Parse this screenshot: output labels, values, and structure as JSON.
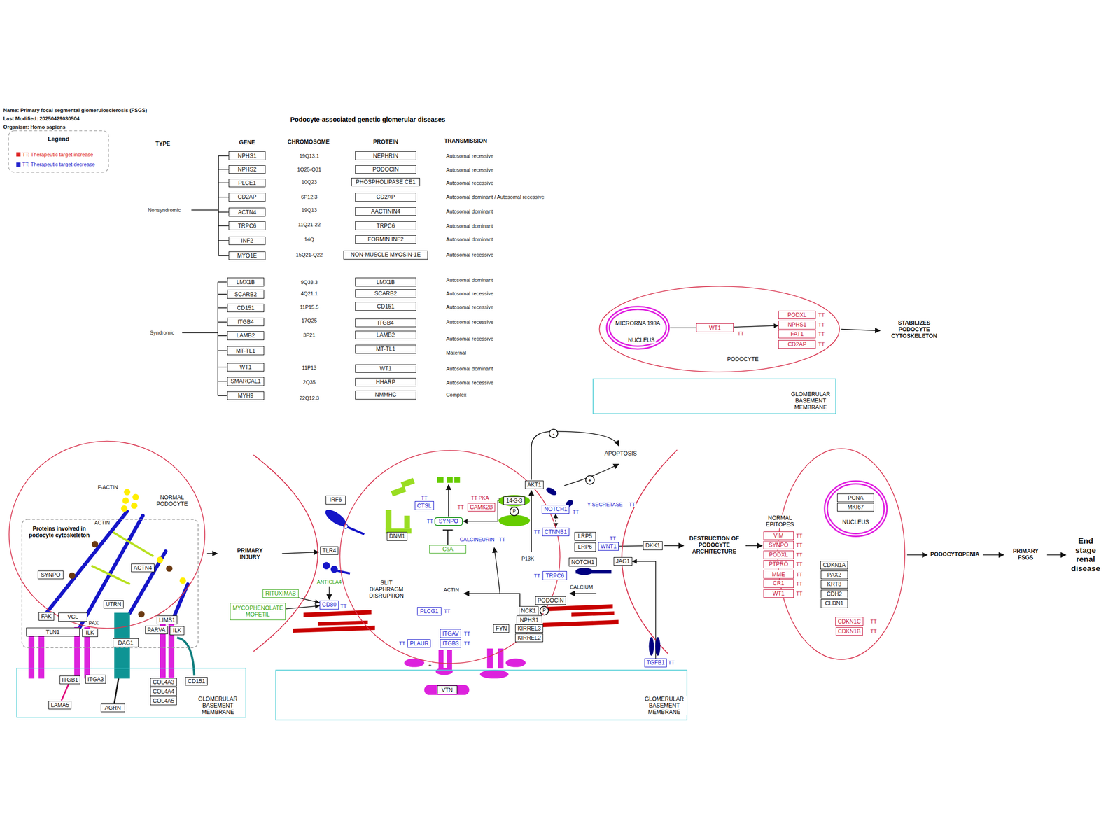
{
  "diagram": {
    "title": "Podocyte-associated genetic glomerular diseases",
    "nodes": [
      {
        "text": [
          "NPHS1"
        ]
      },
      {
        "text": [
          "NEPHRIN"
        ]
      },
      {
        "text": [
          "NPHS2"
        ]
      },
      {
        "text": [
          "PODOCIN"
        ]
      },
      {
        "text": [
          "PLCE1"
        ]
      },
      {
        "text": [
          "PHOSPHOLIPASE CE1"
        ]
      },
      {
        "text": [
          "CD2AP"
        ]
      },
      {
        "text": [
          "CD2AP"
        ]
      },
      {
        "text": [
          "ACTN4"
        ]
      },
      {
        "text": [
          "AACTININ4"
        ]
      },
      {
        "text": [
          "TRPC6"
        ]
      },
      {
        "text": [
          "TRPC6"
        ]
      },
      {
        "text": [
          "INF2"
        ]
      },
      {
        "text": [
          "FORMIN INF2"
        ]
      },
      {
        "text": [
          "MYO1E"
        ]
      },
      {
        "text": [
          "NON-MUSCLE MYOSIN-1E"
        ]
      },
      {
        "text": [
          "LMX1B"
        ]
      },
      {
        "text": [
          "LMX1B"
        ]
      },
      {
        "text": [
          "SCARB2"
        ]
      },
      {
        "text": [
          "SCARB2"
        ]
      },
      {
        "text": [
          "CD151"
        ]
      },
      {
        "text": [
          "CD151"
        ]
      },
      {
        "text": [
          "ITGB4"
        ]
      },
      {
        "text": [
          "ITGB4"
        ]
      },
      {
        "text": [
          "LAMB2"
        ]
      },
      {
        "text": [
          "LAMB2"
        ]
      },
      {
        "text": [
          "MT-TL1"
        ]
      },
      {
        "text": [
          "MT-TL1"
        ]
      },
      {
        "text": [
          "WT1"
        ]
      },
      {
        "text": [
          "WT1"
        ]
      },
      {
        "text": [
          "SMARCAL1"
        ]
      },
      {
        "text": [
          "HHARP"
        ]
      },
      {
        "text": [
          "MYH9"
        ]
      },
      {
        "text": [
          "NMMHC"
        ]
      },
      {
        "text": [
          "PODOCYTE"
        ]
      },
      {
        "text": [
          "MICRORNA 193A",
          "NUCLEUS"
        ],
        "in": 34
      },
      {
        "text": [
          "WT1"
        ],
        "in": 34
      },
      {
        "text": [
          "PODXL"
        ],
        "in": 34
      },
      {
        "text": [
          "NPHS1"
        ],
        "in": 34
      },
      {
        "text": [
          "FAT1"
        ],
        "in": 34
      },
      {
        "text": [
          "CD2AP"
        ],
        "in": 34
      },
      {
        "text": [
          "GLOMERULAR BASEMENT MEMBRANE"
        ]
      },
      {
        "text": [
          "NORMAL PODOCYTE"
        ]
      },
      {
        "text": [
          "Proteins involved in podocyte cytoskeleton"
        ],
        "in": 42
      },
      {
        "text": [
          "SYNPO"
        ],
        "in": 43
      },
      {
        "text": [
          "FAK"
        ],
        "in": 43
      },
      {
        "text": [
          "VCL"
        ],
        "in": 43
      },
      {
        "text": [
          "TLN1"
        ],
        "in": 43
      },
      {
        "text": [
          "ILK"
        ],
        "in": 43
      },
      {
        "text": [
          "UTRN"
        ],
        "in": 43
      },
      {
        "text": [
          "ACTN4"
        ],
        "in": 43
      },
      {
        "text": [
          "DAG1"
        ],
        "in": 43
      },
      {
        "text": [
          "LIMS1"
        ],
        "in": 43
      },
      {
        "text": [
          "PARVA"
        ],
        "in": 43
      },
      {
        "text": [
          "ILK"
        ],
        "in": 43
      },
      {
        "text": [
          "GLOMERULAR BASEMENT MEMBRANE"
        ]
      },
      {
        "text": [
          "ITGB1"
        ],
        "in": 55
      },
      {
        "text": [
          "ITGA3"
        ],
        "in": 55
      },
      {
        "text": [
          "LAMA5"
        ],
        "in": 55
      },
      {
        "text": [
          "AGRN"
        ],
        "in": 55
      },
      {
        "text": [
          "COL4A3"
        ],
        "in": 55
      },
      {
        "text": [
          "COL4A4"
        ],
        "in": 55
      },
      {
        "text": [
          "COL4A5"
        ],
        "in": 55
      },
      {
        "text": [
          "CD151"
        ],
        "in": 55
      },
      {
        "text": [
          "SLIT DIAPHRAGM DISRUPTION"
        ]
      },
      {
        "text": [
          "IRF6"
        ]
      },
      {
        "text": [
          "TLR4"
        ]
      },
      {
        "text": [
          "RITUXIMAB"
        ]
      },
      {
        "text": [
          "MYCOPHENOLATE MOFETIL"
        ]
      },
      {
        "text": [
          "CD80"
        ]
      },
      {
        "text": [
          "DNM1"
        ],
        "in": 64
      },
      {
        "text": [
          "CTSL"
        ],
        "in": 64
      },
      {
        "text": [
          "SYNPO"
        ],
        "in": 64
      },
      {
        "text": [
          "CAMK2B"
        ],
        "in": 64
      },
      {
        "text": [
          "CsA"
        ],
        "in": 64
      },
      {
        "text": [
          "14-3-3"
        ],
        "in": 64
      },
      {
        "text": [
          "AKT1"
        ]
      },
      {
        "text": [
          "NOTCH1"
        ]
      },
      {
        "text": [
          "CTNNB1"
        ]
      },
      {
        "text": [
          "LRP5"
        ]
      },
      {
        "text": [
          "LRP6"
        ]
      },
      {
        "text": [
          "WNT1"
        ]
      },
      {
        "text": [
          "DKK1"
        ]
      },
      {
        "text": [
          "NOTCH1"
        ]
      },
      {
        "text": [
          "JAG1"
        ]
      },
      {
        "text": [
          "TRPC6"
        ]
      },
      {
        "text": [
          "PODOCIN"
        ]
      },
      {
        "text": [
          "NCK1"
        ]
      },
      {
        "text": [
          "NPHS1"
        ]
      },
      {
        "text": [
          "FYN"
        ]
      },
      {
        "text": [
          "KIRREL3"
        ]
      },
      {
        "text": [
          "KIRREL2"
        ]
      },
      {
        "text": [
          "PLCG1"
        ],
        "in": 64
      },
      {
        "text": [
          "PLAUR"
        ]
      },
      {
        "text": [
          "ITGAV"
        ]
      },
      {
        "text": [
          "ITGB3"
        ]
      },
      {
        "text": [
          "GLOMERULAR BASEMENT MEMBRANE"
        ]
      },
      {
        "text": [
          "VTN"
        ],
        "in": 96
      },
      {
        "text": [
          "TGFB1"
        ]
      },
      {
        "text": [
          "NORMAL EPITOPES"
        ]
      },
      {
        "text": [
          "NUCLEUS"
        ],
        "in": 99
      },
      {
        "text": [
          "PCNA"
        ],
        "in": 100
      },
      {
        "text": [
          "MKI67"
        ],
        "in": 100
      },
      {
        "text": [
          "VIM"
        ],
        "in": 99
      },
      {
        "text": [
          "SYNPO"
        ],
        "in": 99
      },
      {
        "text": [
          "PODXL"
        ],
        "in": 99
      },
      {
        "text": [
          "PTPRO"
        ],
        "in": 99
      },
      {
        "text": [
          "MME"
        ],
        "in": 99
      },
      {
        "text": [
          "CR1"
        ],
        "in": 99
      },
      {
        "text": [
          "WT1"
        ],
        "in": 99
      },
      {
        "text": [
          "CDKN1A"
        ],
        "in": 99
      },
      {
        "text": [
          "PAX2"
        ],
        "in": 99
      },
      {
        "text": [
          "KRT8"
        ],
        "in": 99
      },
      {
        "text": [
          "CDH2"
        ],
        "in": 99
      },
      {
        "text": [
          "CLDN1"
        ],
        "in": 99
      },
      {
        "text": [
          "CDKN1C"
        ],
        "in": 99
      },
      {
        "text": [
          "CDKN1B"
        ],
        "in": 99
      }
    ],
    "edges": [
      {
        "from": 35,
        "to": 36,
        "arrow": "to"
      },
      {
        "from": 36,
        "to": 38,
        "arrow": "to"
      },
      {
        "from": 67,
        "to": 69,
        "arrow": "to"
      },
      {
        "from": 68,
        "to": 69,
        "arrow": "to"
      },
      {
        "from": 75,
        "to": 72,
        "arrow": "both"
      },
      {
        "from": 77,
        "to": 78,
        "arrow": "both"
      },
      {
        "from": 82,
        "to": 81,
        "arrow": "to"
      },
      {
        "from": 98,
        "to": 84,
        "arrow": "to"
      }
    ],
    "labels": [
      "Name: Primary focal segmental glomerulosclerosis (FSGS)",
      "Last Modified: 20250429030504",
      "Organism: Homo sapiens",
      "Legend",
      "TYPE",
      "GENE",
      "CHROMOSOME",
      "PROTEIN",
      "TRANSMISSION",
      "Nonsyndromic",
      "Syndromic",
      "19Q13.1",
      "1Q25-Q31",
      "10Q23",
      "6P12.3",
      "19Q13",
      "11Q21-22",
      "14Q",
      "15Q21-Q22",
      "9Q33.3",
      "4Q21.1",
      "11P15.5",
      "17Q25",
      "3P21",
      "11P13",
      "2Q35",
      "22Q12.3",
      "Autosomal recessive",
      "Autosomal recessive",
      "Autosomal recessive",
      "Autosomal dominant / Autosomal recessive",
      "Autosomal dominant",
      "Autosomal dominant",
      "Autosomal dominant",
      "Autosomal recessive",
      "Autosomal dominant",
      "Autosomal recessive",
      "Autosomal recessive",
      "Autosomal recessive",
      "Autosomal recessive",
      "Maternal",
      "Autosomal dominant",
      "Autosomal recessive",
      "Complex",
      "TT",
      "TT",
      "TT",
      "TT",
      "TT",
      "STABILIZES PODOCYTE CYTOSKELETON",
      "F-ACTIN",
      "ACTIN",
      "PAX",
      "PRIMARY INJURY",
      "TT",
      "ANTICLA4",
      "TT",
      "TT",
      "TT PKA",
      "TT",
      "CALCINEURIN",
      "TT",
      "TT",
      "TT",
      "Y-SECRETASE",
      "TT",
      "TT",
      "TT",
      "P13K",
      "CALCIUM",
      "ACTIN",
      "APOPTOSIS",
      "P",
      "P",
      "-",
      "+",
      "TT",
      "TT",
      "TT",
      "TT",
      "+",
      "TT",
      "DESTRUCTION OF PODOCYTE ARCHITECTURE",
      "TT",
      "TT",
      "TT",
      "TT",
      "TT",
      "TT",
      "TT",
      "TT",
      "TT",
      "PODOCYTOPENIA",
      "PRIMARY FSGS",
      "End stage renal disease"
    ],
    "legend": [
      {
        "text": "TT: Therapeutic target increase",
        "color": "#dd2222"
      },
      {
        "text": "TT: Therapeutic target decrease",
        "color": "#2222cc"
      }
    ]
  }
}
